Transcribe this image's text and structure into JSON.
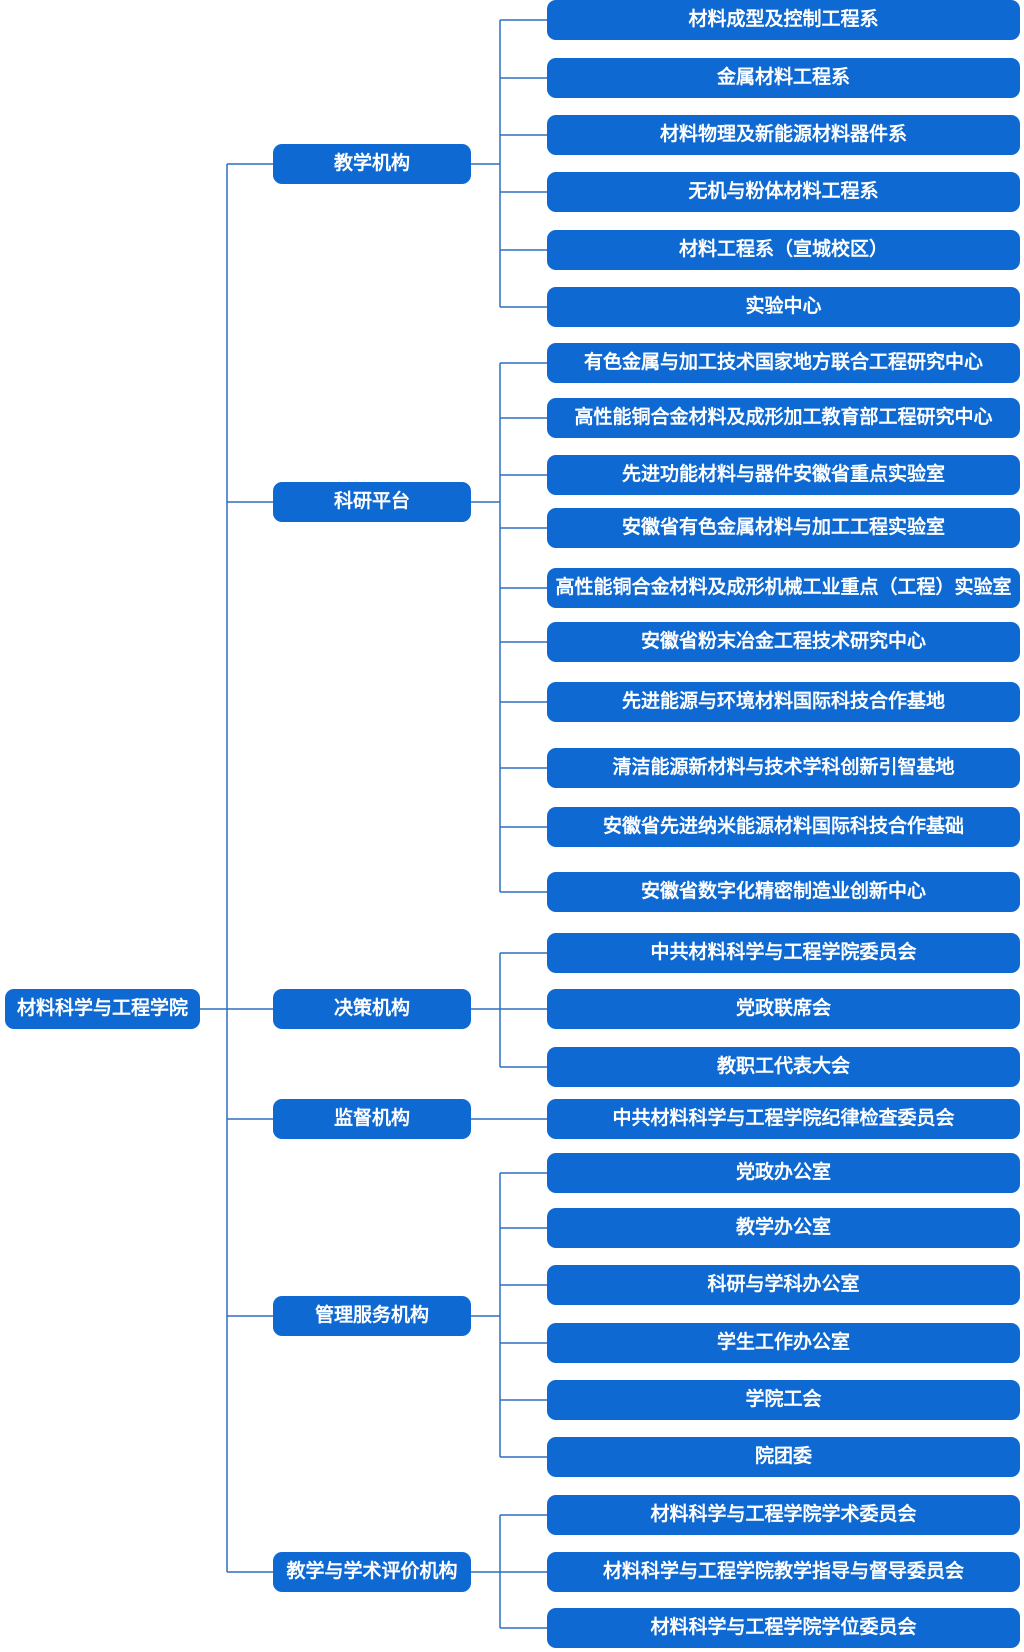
{
  "colors": {
    "node_fill": "#0f69d2",
    "node_text": "#ffffff",
    "connector": "#2e6fc0",
    "background": "#ffffff"
  },
  "root": {
    "label": "材料科学与工程学院"
  },
  "groups": [
    {
      "label": "教学机构",
      "children": [
        "材料成型及控制工程系",
        "金属材料工程系",
        "材料物理及新能源材料器件系",
        "无机与粉体材料工程系",
        "材料工程系（宣城校区）",
        "实验中心"
      ]
    },
    {
      "label": "科研平台",
      "children": [
        "有色金属与加工技术国家地方联合工程研究中心",
        "高性能铜合金材料及成形加工教育部工程研究中心",
        "先进功能材料与器件安徽省重点实验室",
        "安徽省有色金属材料与加工工程实验室",
        "高性能铜合金材料及成形机械工业重点（工程）实验室",
        "安徽省粉末冶金工程技术研究中心",
        "先进能源与环境材料国际科技合作基地",
        "清洁能源新材料与技术学科创新引智基地",
        "安徽省先进纳米能源材料国际科技合作基础",
        "安徽省数字化精密制造业创新中心"
      ]
    },
    {
      "label": "决策机构",
      "children": [
        "中共材料科学与工程学院委员会",
        "党政联席会",
        "教职工代表大会"
      ]
    },
    {
      "label": "监督机构",
      "children": [
        "中共材料科学与工程学院纪律检查委员会"
      ]
    },
    {
      "label": "管理服务机构",
      "children": [
        "党政办公室",
        "教学办公室",
        "科研与学科办公室",
        "学生工作办公室",
        "学院工会",
        "院团委"
      ]
    },
    {
      "label": "教学与学术评价机构",
      "children": [
        "材料科学与工程学院学术委员会",
        "材料科学与工程学院教学指导与督导委员会",
        "材料科学与工程学院学位委员会"
      ]
    }
  ]
}
